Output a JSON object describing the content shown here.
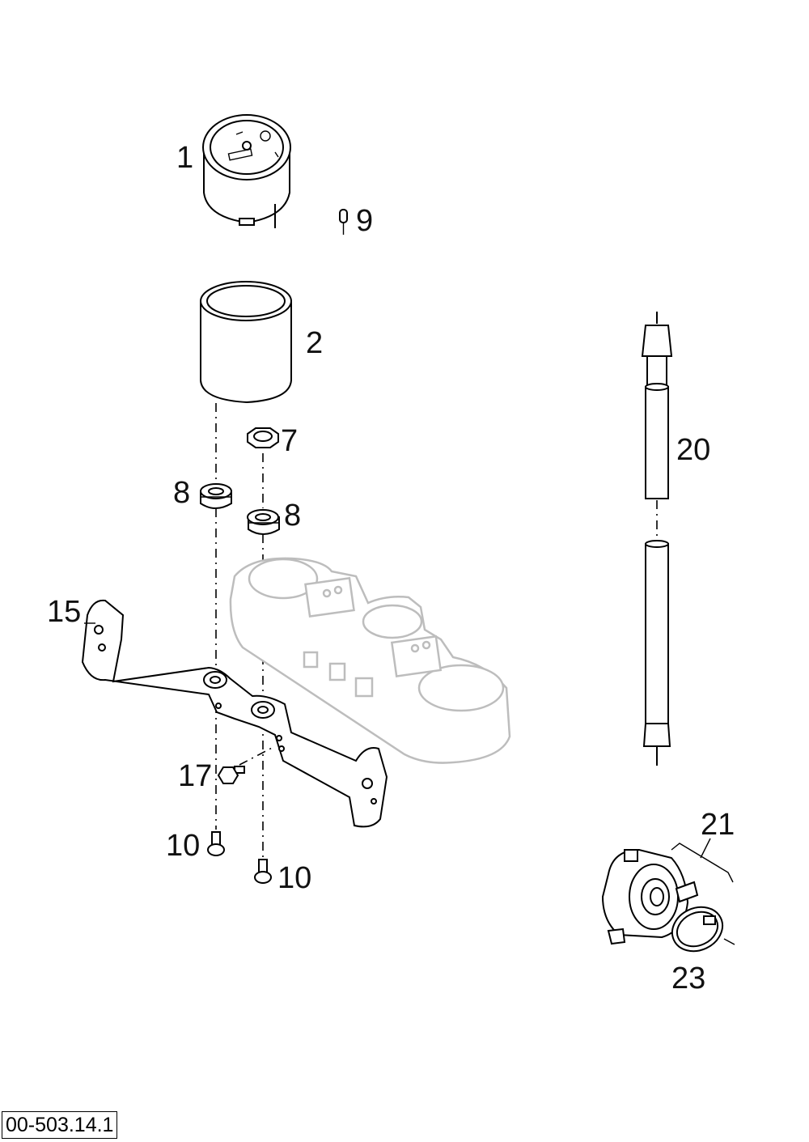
{
  "callouts": {
    "c1": "1",
    "c2": "2",
    "c7": "7",
    "c8a": "8",
    "c8b": "8",
    "c9": "9",
    "c10a": "10",
    "c10b": "10",
    "c15": "15",
    "c17": "17",
    "c20": "20",
    "c21": "21",
    "c23": "23"
  },
  "document_code": "00-503.14.1"
}
